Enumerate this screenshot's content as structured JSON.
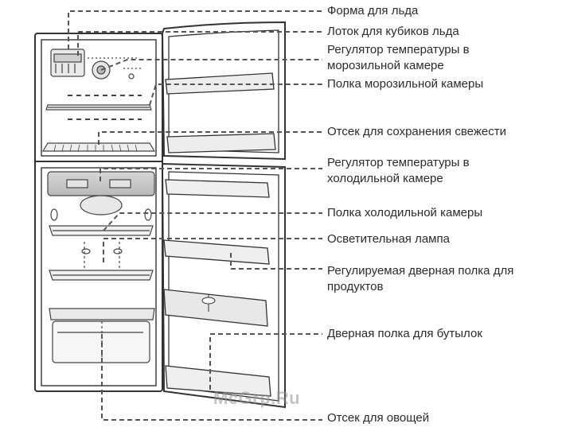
{
  "diagram": {
    "labels": [
      {
        "id": "ice-mold",
        "text": "Форма для льда"
      },
      {
        "id": "ice-cube-tray",
        "text": "Лоток для кубиков льда"
      },
      {
        "id": "freezer-temp-control",
        "text": "Регулятор температуры в морозильной камере"
      },
      {
        "id": "freezer-shelf",
        "text": "Полка морозильной камеры"
      },
      {
        "id": "freshness-compartment",
        "text": "Отсек для сохранения свежести"
      },
      {
        "id": "fridge-temp-control",
        "text": "Регулятор температуры в холодильной камере"
      },
      {
        "id": "fridge-shelf",
        "text": "Полка холодильной камеры"
      },
      {
        "id": "light-lamp",
        "text": "Осветительная лампа"
      },
      {
        "id": "adjustable-door-shelf",
        "text": "Регулируемая дверная полка для продуктов"
      },
      {
        "id": "bottle-door-shelf",
        "text": "Дверная полка для бутылок"
      },
      {
        "id": "vegetable-drawer",
        "text": "Отсек для овощей"
      }
    ],
    "watermark": "McGrp.Ru"
  },
  "colors": {
    "outline": "#333333",
    "callout_line": "#555555",
    "text": "#2b2b2b",
    "panel_gray": "#c8c8c8"
  }
}
